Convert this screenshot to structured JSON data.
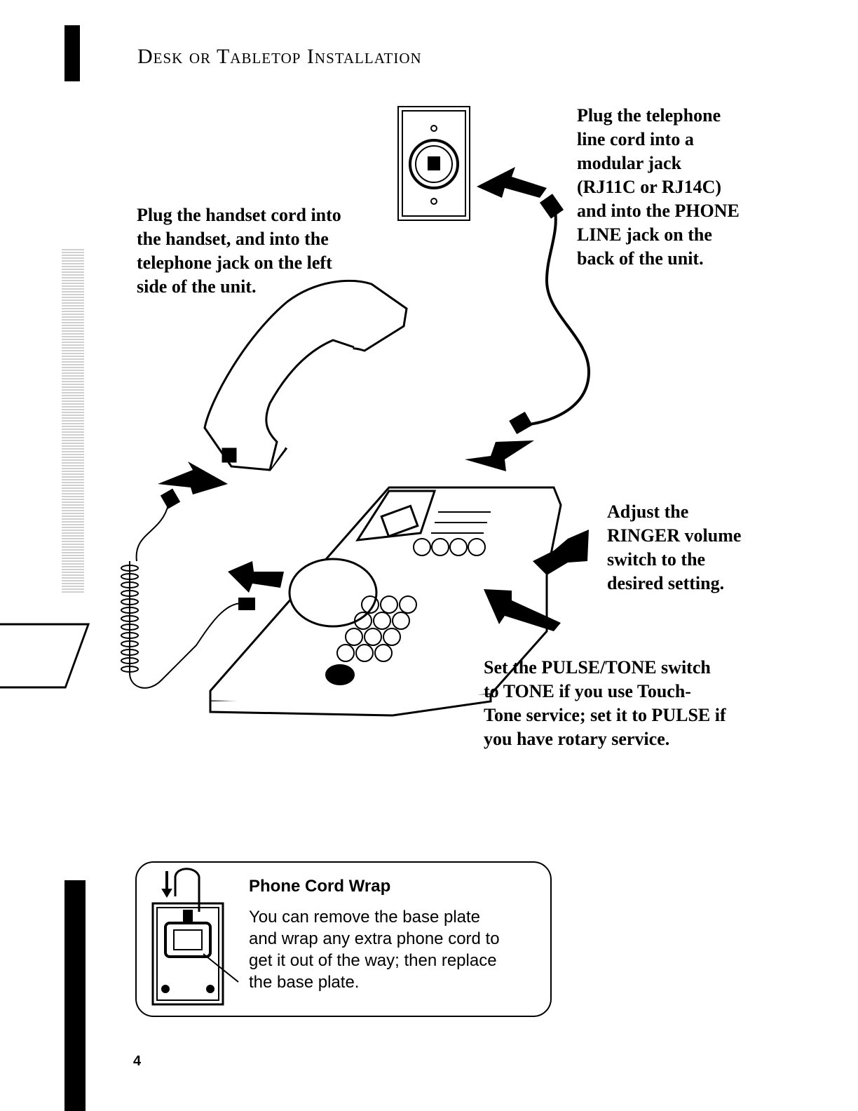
{
  "page": {
    "title": "Desk or Tabletop Installation",
    "page_number": "4"
  },
  "callouts": {
    "line_cord": "Plug the telephone\nline cord into a\nmodular jack\n(RJ11C or RJ14C)\nand into the PHONE\nLINE jack on the\nback of the unit.",
    "handset_cord": "Plug the handset cord into\nthe handset, and into the\ntelephone jack on the left\nside of the unit.",
    "ringer": "Adjust the\nRINGER volume\nswitch to the\ndesired setting.",
    "pulse_tone": "Set the PULSE/TONE switch\nto TONE if you use Touch-\nTone service; set it to PULSE if\nyou have rotary service."
  },
  "cord_wrap": {
    "heading": "Phone Cord Wrap",
    "body": "You can remove the base plate\nand wrap any extra phone cord to\nget it out of the way; then replace\nthe base plate."
  }
}
